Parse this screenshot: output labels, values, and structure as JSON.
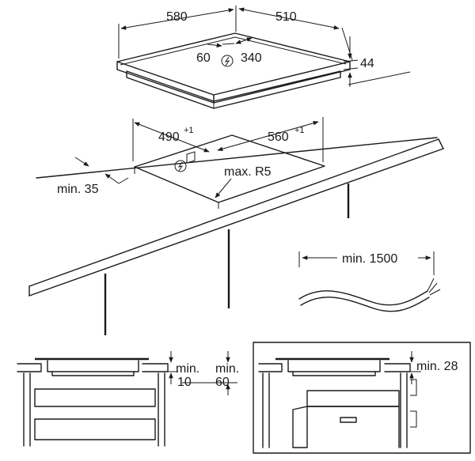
{
  "top_view": {
    "width_label": "580",
    "depth_label": "510",
    "cable_left_label": "60",
    "cable_right_label": "340",
    "height_label": "44"
  },
  "cutout": {
    "width_label": "490",
    "width_tol": "+1",
    "depth_label": "560",
    "depth_tol": "+1",
    "radius_label": "max. R5",
    "edge_label": "min. 35"
  },
  "cable": {
    "length_label": "min. 1500"
  },
  "section_left": {
    "clear_a_label": "min.",
    "clear_a_value": "10",
    "clear_b_label": "min.",
    "clear_b_value": "60"
  },
  "section_right": {
    "clear_label": "min. 28"
  }
}
